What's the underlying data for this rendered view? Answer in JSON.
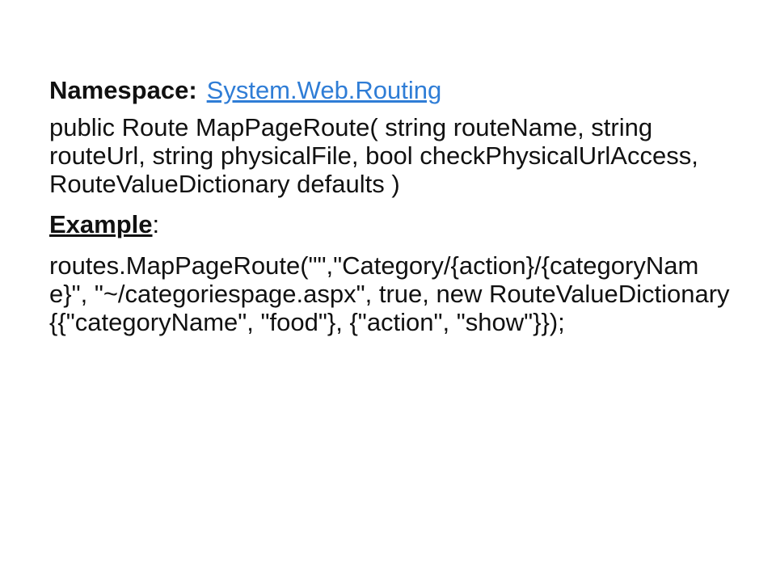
{
  "namespace": {
    "label": "Namespace:",
    "link_text": "System.Web.Routing"
  },
  "signature": "public Route MapPageRoute( string routeName, string routeUrl, string physicalFile, bool checkPhysicalUrlAccess, RouteValueDictionary defaults )",
  "example": {
    "label": "Example",
    "colon": ":",
    "code": "routes.MapPageRoute(\"\",\"Category/{action}/{categoryName}\", \"~/categoriespage.aspx\", true, new RouteValueDictionary {{\"categoryName\", \"food\"}, {\"action\", \"show\"}});"
  },
  "colors": {
    "link": "#2f7dd6",
    "text": "#111111",
    "background": "#ffffff"
  }
}
